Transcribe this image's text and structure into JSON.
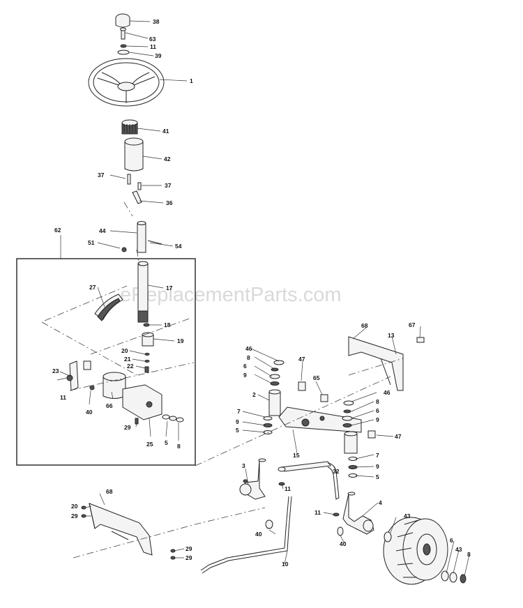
{
  "watermark": "eReplacementParts.com",
  "callouts": [
    {
      "id": "c38a",
      "text": "38"
    },
    {
      "id": "c63",
      "text": "63"
    },
    {
      "id": "c11a",
      "text": "11"
    },
    {
      "id": "c39",
      "text": "39"
    },
    {
      "id": "c1",
      "text": "1"
    },
    {
      "id": "c41",
      "text": "41"
    },
    {
      "id": "c42",
      "text": "42"
    },
    {
      "id": "c37a",
      "text": "37"
    },
    {
      "id": "c37b",
      "text": "37"
    },
    {
      "id": "c36",
      "text": "36"
    },
    {
      "id": "c62",
      "text": "62"
    },
    {
      "id": "c44",
      "text": "44"
    },
    {
      "id": "c51",
      "text": "51"
    },
    {
      "id": "c54",
      "text": "54"
    },
    {
      "id": "c27",
      "text": "27"
    },
    {
      "id": "c17",
      "text": "17"
    },
    {
      "id": "c18",
      "text": "18"
    },
    {
      "id": "c19",
      "text": "19"
    },
    {
      "id": "c20a",
      "text": "20"
    },
    {
      "id": "c21",
      "text": "21"
    },
    {
      "id": "c22",
      "text": "22"
    },
    {
      "id": "c23",
      "text": "23"
    },
    {
      "id": "c11b",
      "text": "11"
    },
    {
      "id": "c40a",
      "text": "40"
    },
    {
      "id": "c66",
      "text": "66"
    },
    {
      "id": "c29a",
      "text": "29"
    },
    {
      "id": "c25",
      "text": "25"
    },
    {
      "id": "c5a",
      "text": "5"
    },
    {
      "id": "c8a",
      "text": "8"
    },
    {
      "id": "c68a",
      "text": "68"
    },
    {
      "id": "c13",
      "text": "13"
    },
    {
      "id": "c67",
      "text": "67"
    },
    {
      "id": "c46a",
      "text": "46"
    },
    {
      "id": "c8b",
      "text": "8"
    },
    {
      "id": "c6a",
      "text": "6"
    },
    {
      "id": "c9a",
      "text": "9"
    },
    {
      "id": "c47a",
      "text": "47"
    },
    {
      "id": "c65",
      "text": "65"
    },
    {
      "id": "c2",
      "text": "2"
    },
    {
      "id": "c7a",
      "text": "7"
    },
    {
      "id": "c9b",
      "text": "9"
    },
    {
      "id": "c5b",
      "text": "5"
    },
    {
      "id": "c46b",
      "text": "46"
    },
    {
      "id": "c8c",
      "text": "8"
    },
    {
      "id": "c6b",
      "text": "6"
    },
    {
      "id": "c9c",
      "text": "9"
    },
    {
      "id": "c47b",
      "text": "47"
    },
    {
      "id": "c15",
      "text": "15"
    },
    {
      "id": "c7b",
      "text": "7"
    },
    {
      "id": "c9d",
      "text": "9"
    },
    {
      "id": "c5c",
      "text": "5"
    },
    {
      "id": "c3",
      "text": "3"
    },
    {
      "id": "c32",
      "text": "32"
    },
    {
      "id": "c11c",
      "text": "11"
    },
    {
      "id": "c4",
      "text": "4"
    },
    {
      "id": "c68b",
      "text": "68"
    },
    {
      "id": "c20b",
      "text": "20"
    },
    {
      "id": "c29b",
      "text": "29"
    },
    {
      "id": "c11d",
      "text": "11"
    },
    {
      "id": "c43a",
      "text": "43"
    },
    {
      "id": "c40b",
      "text": "40"
    },
    {
      "id": "c40c",
      "text": "40"
    },
    {
      "id": "c29c",
      "text": "29"
    },
    {
      "id": "c29d",
      "text": "29"
    },
    {
      "id": "c10",
      "text": "10"
    },
    {
      "id": "c6c",
      "text": "6"
    },
    {
      "id": "c43b",
      "text": "43"
    },
    {
      "id": "c8d",
      "text": "8"
    }
  ]
}
